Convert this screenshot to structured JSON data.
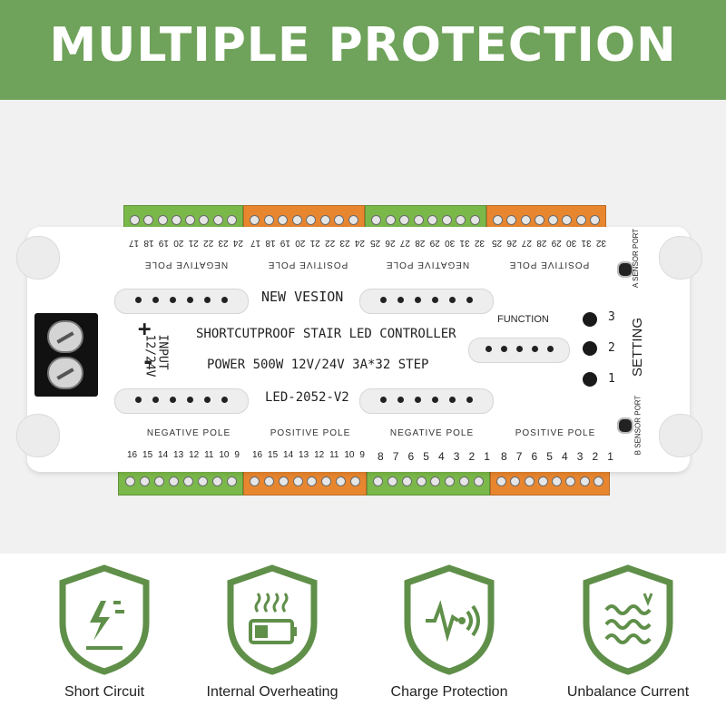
{
  "banner": {
    "title": "MULTIPLE PROTECTION"
  },
  "board": {
    "top_labels": [
      "NEGATIVE POLE",
      "POSITIVE POLE",
      "NEGATIVE POLE",
      "POSITIVE POLE"
    ],
    "top_numbers": [
      [
        "24",
        "23",
        "22",
        "21",
        "20",
        "19",
        "18",
        "17"
      ],
      [
        "24",
        "23",
        "22",
        "21",
        "20",
        "19",
        "18",
        "17"
      ],
      [
        "32",
        "31",
        "30",
        "29",
        "28",
        "27",
        "26",
        "25"
      ],
      [
        "32",
        "31",
        "30",
        "29",
        "28",
        "27",
        "26",
        "25"
      ]
    ],
    "bottom_labels": [
      "NEGATIVE POLE",
      "POSITIVE POLE",
      "NEGATIVE POLE",
      "POSITIVE POLE"
    ],
    "bottom_numbers": [
      [
        "16",
        "15",
        "14",
        "13",
        "12",
        "11",
        "10",
        "9"
      ],
      [
        "16",
        "15",
        "14",
        "13",
        "12",
        "11",
        "10",
        "9"
      ],
      [
        "8",
        "7",
        "6",
        "5",
        "4",
        "3",
        "2",
        "1"
      ],
      [
        "8",
        "7",
        "6",
        "5",
        "4",
        "3",
        "2",
        "1"
      ]
    ],
    "new_version": "NEW VESION",
    "controller": "SHORTCUTPROOF STAIR LED CONTROLLER",
    "power": "POWER 500W 12V/24V 3A*32 STEP",
    "model": "LED-2052-V2",
    "function": "FUNCTION",
    "input_label": "INPUT",
    "input_voltage": "12/24V",
    "plus": "+",
    "minus": "-",
    "setting": "SETTING",
    "setting_numbers": [
      "1",
      "2",
      "3"
    ],
    "a_sensor": "A SENSOR PORT",
    "b_sensor": "B SENSOR PORT"
  },
  "features": [
    {
      "label": "Short Circuit",
      "icon": "lightning-icon"
    },
    {
      "label": "Internal Overheating",
      "icon": "battery-heat-icon"
    },
    {
      "label": "Charge Protection",
      "icon": "pulse-signal-icon"
    },
    {
      "label": "Unbalance Current",
      "icon": "wave-current-icon"
    }
  ],
  "colors": {
    "accent_green": "#6fa25a",
    "terminal_green": "#7ab84a",
    "terminal_orange": "#e8862f",
    "icon_green": "#5f8f49"
  }
}
